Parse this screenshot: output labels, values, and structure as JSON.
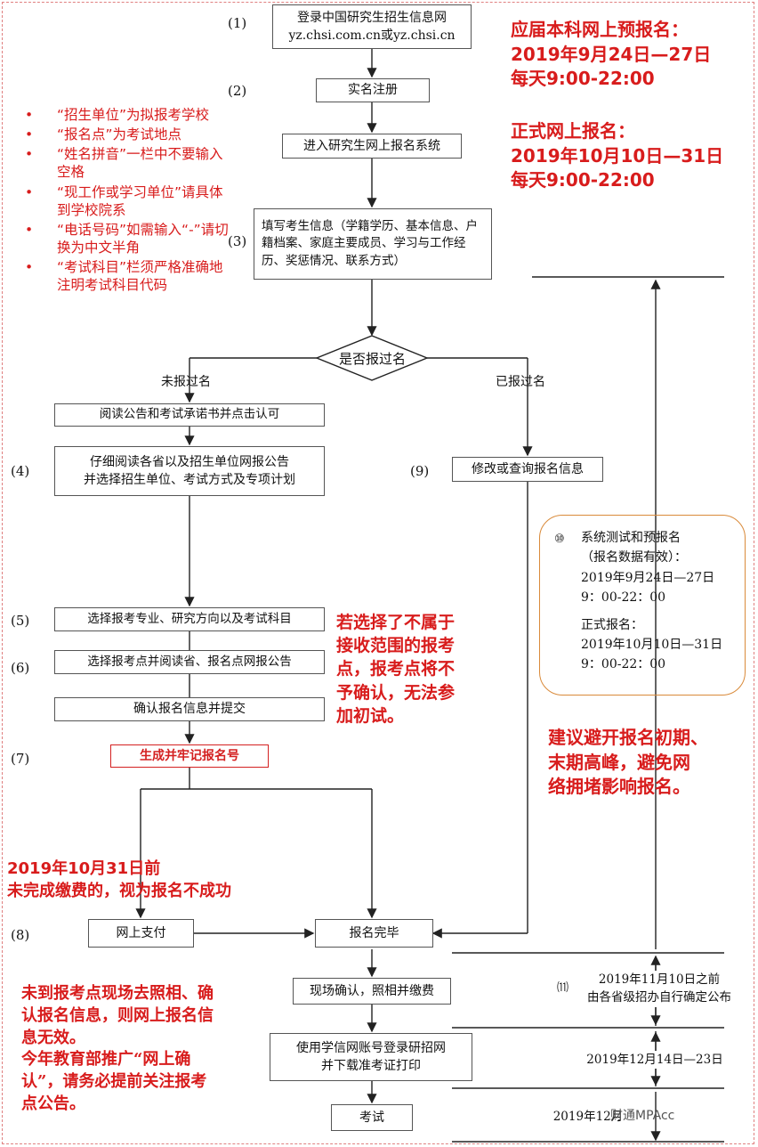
{
  "flow": {
    "step1_num": "(1)",
    "step1": "登录中国研究生招生信息网\nyz.chsi.com.cn或yz.chsi.cn",
    "step2_num": "(2)",
    "step2": "实名注册",
    "enter_system": "进入研究生网上报名系统",
    "step3_num": "(3)",
    "step3": "填写考生信息（学籍学历、基本信息、户籍档案、家庭主要成员、学习与工作经历、奖惩情况、联系方式）",
    "decision": "是否报过名",
    "branch_no": "未报过名",
    "branch_yes": "已报过名",
    "read_notice": "阅读公告和考试承诺书并点击认可",
    "step4_num": "(4)",
    "step4": "仔细阅读各省以及招生单位网报公告\n并选择招生单位、考试方式及专项计划",
    "step9_num": "(9)",
    "step9": "修改或查询报名信息",
    "step5_num": "(5)",
    "step5": "选择报考专业、研究方向以及考试科目",
    "step6_num": "(6)",
    "step6": "选择报考点并阅读省、报名点网报公告",
    "confirm_submit": "确认报名信息并提交",
    "step7_num": "(7)",
    "step7": "生成并牢记报名号",
    "step8_num": "(8)",
    "pay_online": "网上支付",
    "finished": "报名完毕",
    "onsite": "现场确认，照相并缴费",
    "download": "使用学信网账号登录研招网\n并下载准考证打印",
    "exam": "考试"
  },
  "panel10": {
    "num": "⑩",
    "line1": "系统测试和预报名",
    "line2": "（报名数据有效）：",
    "line3": "2019年9月24日—27日",
    "line4": "9：00-22：00",
    "line5": "正式报名：",
    "line6": "2019年10月10日—31日",
    "line7": "9：00-22：00"
  },
  "timeline": {
    "item11_num": "⑾",
    "item11": "2019年11月10日之前\n由各省级招办自行确定公布",
    "date_download": "2019年12月14日—23日",
    "date_exam": "2019年12月"
  },
  "notes": [
    "“招生单位”为拟报考学校",
    "“报名点”为考试地点",
    "“姓名拼音”一栏中不要输入空格",
    "“现工作或学习单位”请具体到学校院系",
    "“电话号码”如需输入“-”请切换为中文半角",
    "“考试科目”栏须严格准确地注明考试科目代码"
  ],
  "annotations": {
    "prereg": "应届本科网上预报名：\n2019年9月24日—27日\n每天9:00-22:00",
    "formal": "正式网上报名：\n2019年10月10日—31日\n每天9:00-22:00",
    "scope_warning": "若选择了不属于\n接收范围的报考\n点，报考点将不\n予确认，无法参\n加初试。",
    "avoid_peak": "建议避开报名初期、\n末期高峰，避免网\n络拥堵影响报名。",
    "pay_deadline": "2019年10月31日前\n未完成缴费的，视为报名不成功",
    "confirm_note": "未到报考点现场去照相、确\n认报名信息，则网上报名信\n息无效。\n今年教育部推广“网上确\n认”，请务必提前关注报考\n点公告。"
  },
  "watermark": "财通MPAcc",
  "colors": {
    "annotation_red": "#d81c1c",
    "border": "#555555",
    "panel_border": "#d98a3a"
  }
}
